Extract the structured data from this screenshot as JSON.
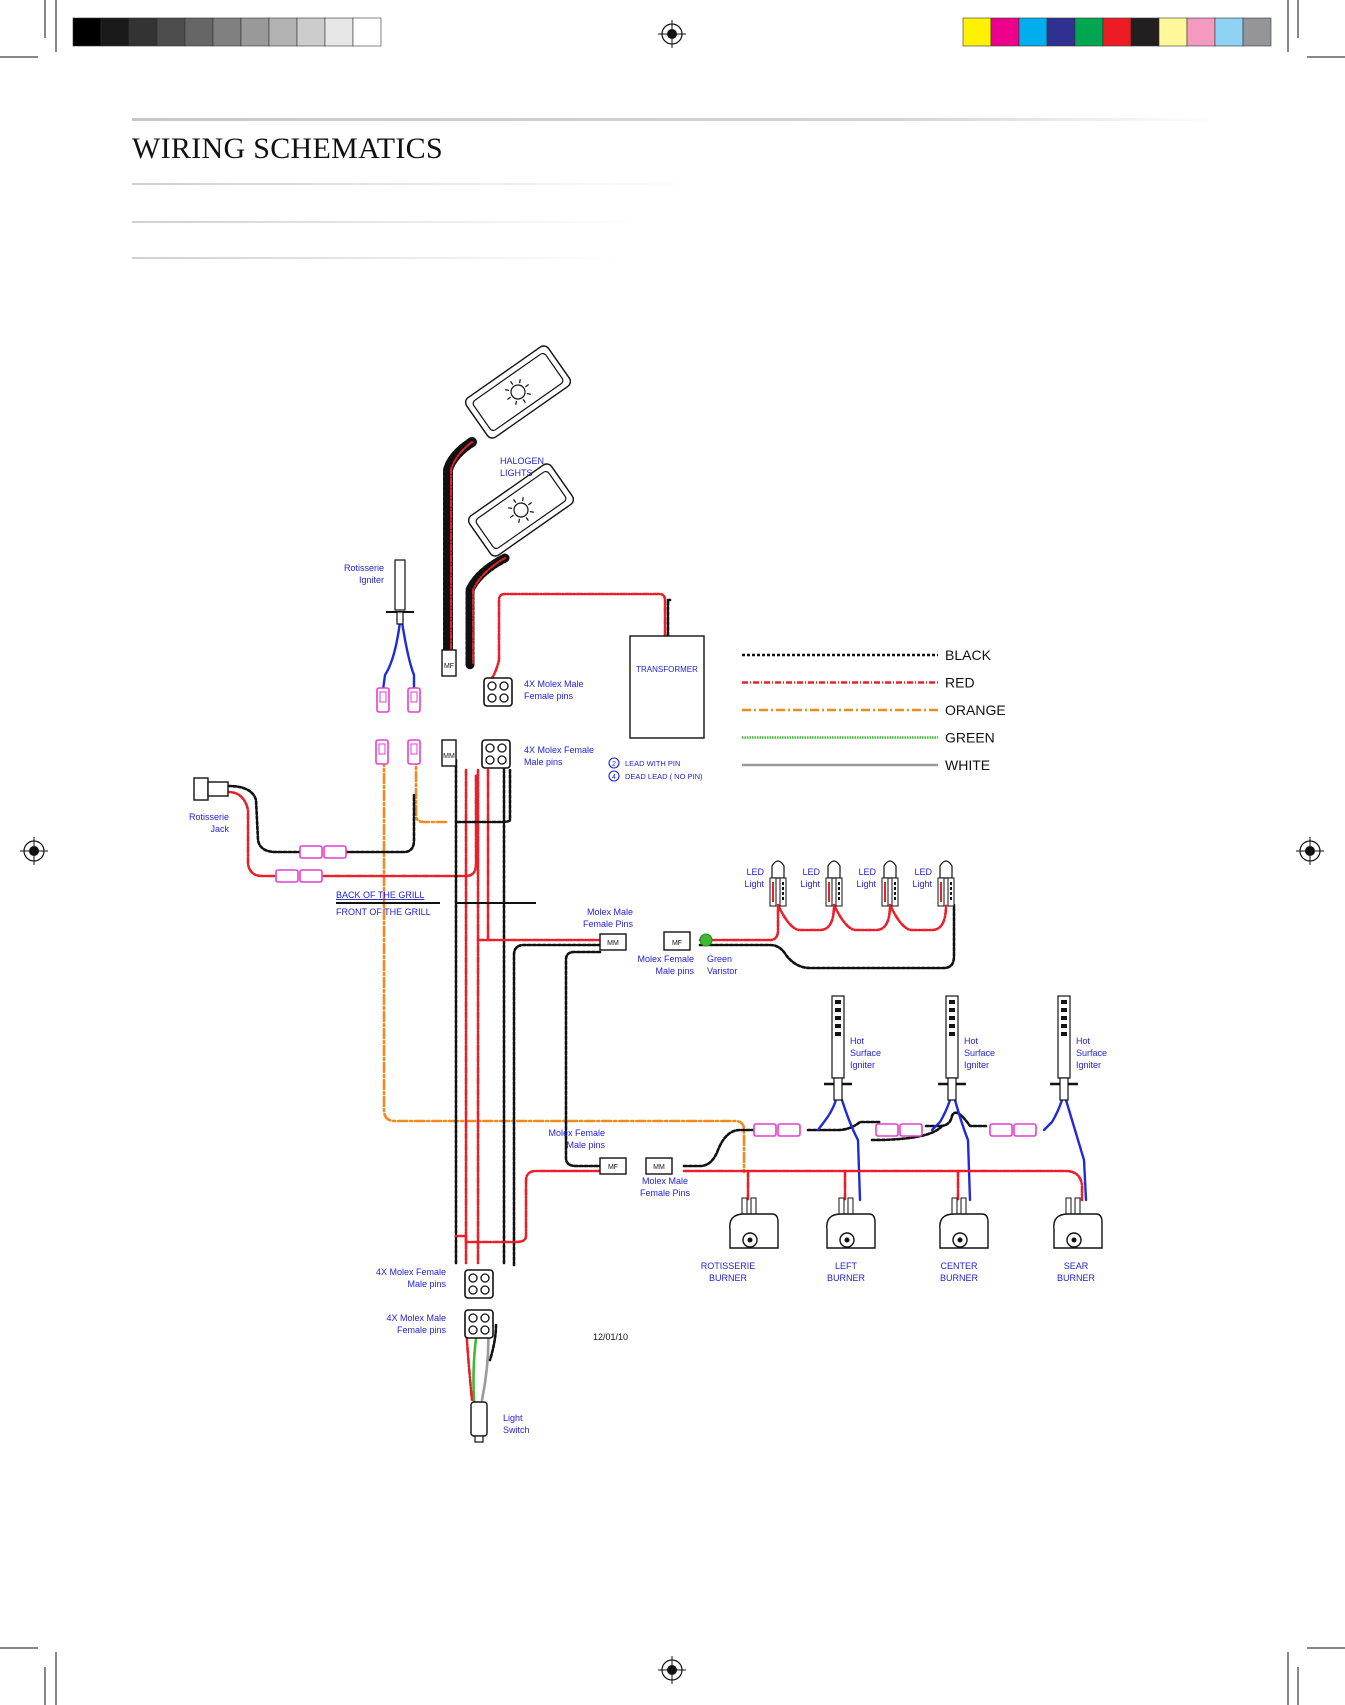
{
  "title": "WIRING SCHEMATICS",
  "colors": {
    "black": "#111111",
    "red": "#e8202a",
    "orange": "#f08a1c",
    "green": "#3cb832",
    "white": "#9a9a9a",
    "blue": "#1f2ad8",
    "magenta": "#e43fcf",
    "label": "#1f1fd6",
    "swatches_gray": [
      "#000000",
      "#1a1a1a",
      "#333333",
      "#4d4d4d",
      "#666666",
      "#808080",
      "#999999",
      "#b3b3b3",
      "#cccccc",
      "#e6e6e6",
      "#ffffff"
    ],
    "swatches_color": [
      "#fff200",
      "#ec008c",
      "#00aeef",
      "#2e3192",
      "#00a651",
      "#ed1c24",
      "#231f20",
      "#fff799",
      "#f49ac1",
      "#8fd3f4",
      "#939598"
    ]
  },
  "legend": [
    {
      "label": "BLACK",
      "color": "black",
      "dash": "3,2"
    },
    {
      "label": "RED",
      "color": "red",
      "dash": "6,2,1,2"
    },
    {
      "label": "ORANGE",
      "color": "orange",
      "dash": "9,3,2,3"
    },
    {
      "label": "GREEN",
      "color": "green",
      "dash": "1.5,1"
    },
    {
      "label": "WHITE",
      "color": "white",
      "dash": ""
    }
  ],
  "pin_key": [
    {
      "symbol": "2",
      "text": "LEAD WITH PIN"
    },
    {
      "symbol": "4",
      "text": "DEAD LEAD  ( NO PIN)"
    }
  ],
  "labels": {
    "halogen1": "HALOGEN",
    "halogen2": "LIGHTS",
    "rot_igniter1": "Rotisserie",
    "rot_igniter2": "Igniter",
    "transformer": "TRANSFORMER",
    "molex_male_top1": "4X Molex Male",
    "molex_male_top2": "Female pins",
    "molex_female_top1": "4X Molex Female",
    "molex_female_top2": "Male pins",
    "rot_jack1": "Rotisserie",
    "rot_jack2": "Jack",
    "back": "BACK OF THE GRILL",
    "front": "FRONT OF THE GRILL",
    "mm_fp1": "Molex Male",
    "mm_fp2": "Female Pins",
    "mf_mp1": "Molex Female",
    "mf_mp2": "Male pins",
    "varistor1": "Green",
    "varistor2": "Varistor",
    "led1": "LED",
    "led2": "Light",
    "hot1": "Hot",
    "hot2": "Surface",
    "hot3": "Igniter",
    "mf_mp_low1": "Molex Female",
    "mf_mp_low2": "Male pins",
    "mm_fp_low1": "Molex Male",
    "mm_fp_low2": "Female Pins",
    "burner_rot1": "ROTISSERIE",
    "burner_left1": "LEFT",
    "burner_center1": "CENTER",
    "burner_sear1": "SEAR",
    "burner2": "BURNER",
    "molex_f_bot1": "4X Molex Female",
    "molex_f_bot2": "Male pins",
    "molex_m_bot1": "4X Molex Male",
    "molex_m_bot2": "Female pins",
    "date": "12/01/10",
    "switch1": "Light",
    "switch2": "Switch",
    "conn_mf": "MF",
    "conn_mm": "MM"
  }
}
